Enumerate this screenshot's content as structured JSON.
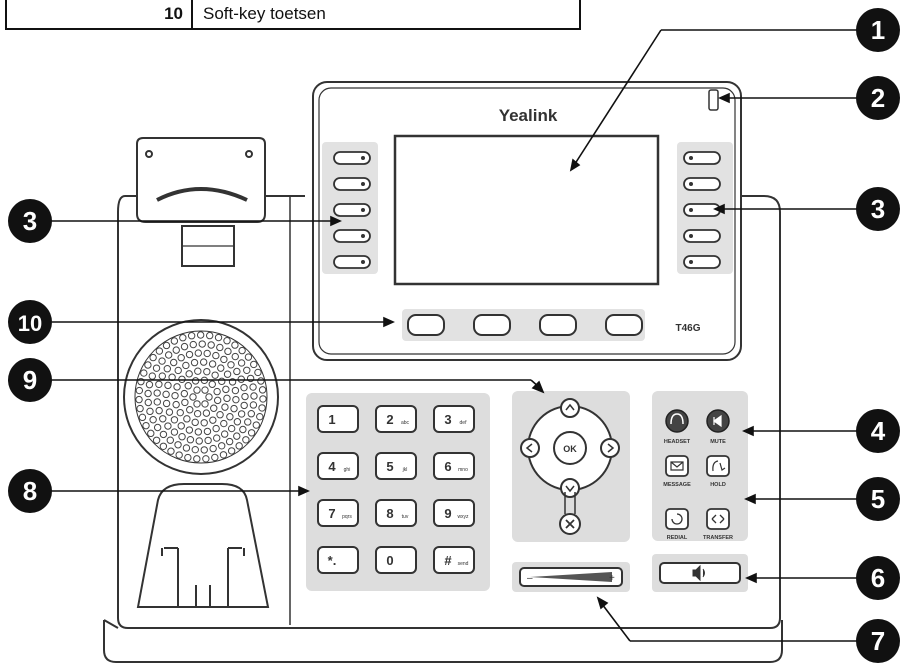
{
  "legend": {
    "number": "10",
    "text": "Soft-key toetsen"
  },
  "phone": {
    "brand": "Yealink",
    "model": "T46G",
    "keypad_keys": [
      {
        "digit": "1",
        "sub": ""
      },
      {
        "digit": "2",
        "sub": "abc"
      },
      {
        "digit": "3",
        "sub": "def"
      },
      {
        "digit": "4",
        "sub": "ghi"
      },
      {
        "digit": "5",
        "sub": "jkl"
      },
      {
        "digit": "6",
        "sub": "mno"
      },
      {
        "digit": "7",
        "sub": "pqrs"
      },
      {
        "digit": "8",
        "sub": "tuv"
      },
      {
        "digit": "9",
        "sub": "wxyz"
      },
      {
        "digit": "*.",
        "sub": ""
      },
      {
        "digit": "0",
        "sub": ""
      },
      {
        "digit": "#",
        "sub": "send"
      }
    ],
    "nav_ok_label": "OK",
    "function_keys": {
      "headset": "HEADSET",
      "mute": "MUTE",
      "message": "MESSAGE",
      "hold": "HOLD",
      "redial": "REDIAL",
      "transfer": "TRANSFER"
    }
  },
  "callouts": [
    "1",
    "2",
    "3",
    "3",
    "4",
    "5",
    "6",
    "7",
    "8",
    "9",
    "10"
  ],
  "colors": {
    "badge": "#111111",
    "outline": "#333333",
    "panel": "#dddddd"
  }
}
